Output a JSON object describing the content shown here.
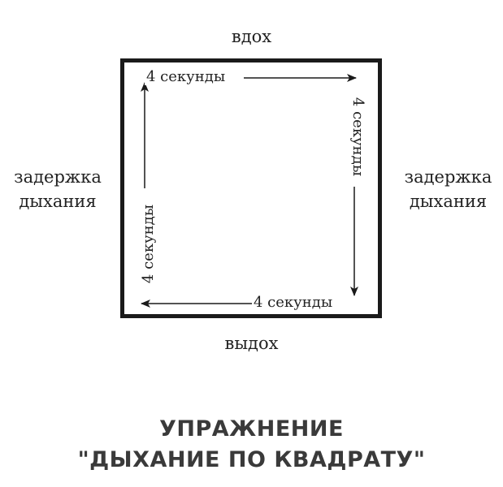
{
  "diagram": {
    "labels": {
      "top": "вдох",
      "bottom": "выдох",
      "left_line1": "задержка",
      "left_line2": "дыхания",
      "right_line1": "задержка",
      "right_line2": "дыхания"
    },
    "edges": {
      "top": "4 секунды",
      "right": "4 секунды",
      "bottom": "4 секунды",
      "left": "4 секунды"
    },
    "colors": {
      "line": "#1a1a1a",
      "text": "#222222",
      "title": "#3a3a3a"
    }
  },
  "title": {
    "line1": "УПРАЖНЕНИЕ",
    "line2": "\"ДЫХАНИЕ ПО КВАДРАТУ\""
  }
}
